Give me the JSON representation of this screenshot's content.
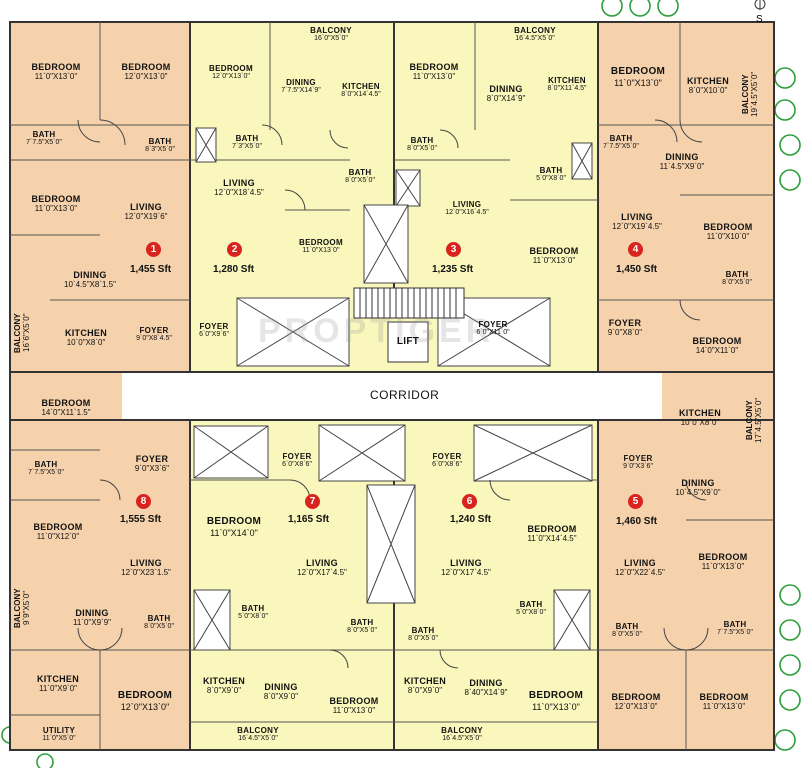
{
  "colors": {
    "wing_orange": "#f5d2ac",
    "wing_yellow": "#f9f7bb",
    "wall": "#333333",
    "badge": "#d9231d",
    "tree": "#2e9e3a"
  },
  "compass": "S",
  "watermark": "PROPTIGER",
  "corridor": "CORRIDOR",
  "lift": "LIFT",
  "units": [
    {
      "no": "1",
      "area": "1,455 Sft"
    },
    {
      "no": "2",
      "area": "1,280 Sft"
    },
    {
      "no": "3",
      "area": "1,235 Sft"
    },
    {
      "no": "4",
      "area": "1,450 Sft"
    },
    {
      "no": "5",
      "area": "1,460 Sft"
    },
    {
      "no": "6",
      "area": "1,240 Sft"
    },
    {
      "no": "7",
      "area": "1,165 Sft"
    },
    {
      "no": "8",
      "area": "1,555 Sft"
    }
  ],
  "rooms": {
    "u1_bed1": {
      "name": "BEDROOM",
      "dim": "11`0\"X13`0\""
    },
    "u1_bed2": {
      "name": "BEDROOM",
      "dim": "12`0\"X13`0\""
    },
    "u1_bath1": {
      "name": "BATH",
      "dim": "7`7.5\"X5`0\""
    },
    "u1_bath2": {
      "name": "BATH",
      "dim": "8`3\"X5`0\""
    },
    "u1_bed3": {
      "name": "BEDROOM",
      "dim": "11`0\"X13`0\""
    },
    "u1_living": {
      "name": "LIVING",
      "dim": "12`0\"X19`6\""
    },
    "u1_dining": {
      "name": "DINING",
      "dim": "10`4.5\"X8`1.5\""
    },
    "u1_kitchen": {
      "name": "KITCHEN",
      "dim": "10`0\"X8`0\""
    },
    "u1_foyer": {
      "name": "FOYER",
      "dim": "9`0\"X8`4.5\""
    },
    "u1_balcony": {
      "name": "BALCONY",
      "dim": "16`6\"X5`0\""
    },
    "u2_balcony": {
      "name": "BALCONY",
      "dim": "16`0\"X5`0\""
    },
    "u2_bed1": {
      "name": "BEDROOM",
      "dim": "12`0\"X13`0\""
    },
    "u2_dining": {
      "name": "DINING",
      "dim": "7`7.5\"X14`9\""
    },
    "u2_kitchen": {
      "name": "KITCHEN",
      "dim": "8`0\"X14`4.5\""
    },
    "u2_bath1": {
      "name": "BATH",
      "dim": "7`3\"X5`0\""
    },
    "u2_living": {
      "name": "LIVING",
      "dim": "12`0\"X18`4.5\""
    },
    "u2_bath2": {
      "name": "BATH",
      "dim": "8`0\"X5`0\""
    },
    "u2_bed2": {
      "name": "BEDROOM",
      "dim": "11`0\"X13`0\""
    },
    "u2_foyer": {
      "name": "FOYER",
      "dim": "6`0\"X9`6\""
    },
    "u3_balcony": {
      "name": "BALCONY",
      "dim": "16`4.5\"X5`0\""
    },
    "u3_bed1": {
      "name": "BEDROOM",
      "dim": "11`0\"X13`0\""
    },
    "u3_dining": {
      "name": "DINING",
      "dim": "8`0\"X14`9\""
    },
    "u3_kitchen": {
      "name": "KITCHEN",
      "dim": "8`0\"X11`4.5\""
    },
    "u3_bath1": {
      "name": "BATH",
      "dim": "8`0\"X5`0\""
    },
    "u3_bath2": {
      "name": "BATH",
      "dim": "5`0\"X8`0\""
    },
    "u3_living": {
      "name": "LIVING",
      "dim": "12`0\"X16`4.5\""
    },
    "u3_bed2": {
      "name": "BEDROOM",
      "dim": "11`0\"X13`0\""
    },
    "u3_foyer": {
      "name": "FOYER",
      "dim": "6`0\"X11`0\""
    },
    "u4_bed1": {
      "name": "BEDROOM",
      "dim": "11`0\"X13`0\""
    },
    "u4_kitchen": {
      "name": "KITCHEN",
      "dim": "8`0\"X10`0\""
    },
    "u4_balcony": {
      "name": "BALCONY",
      "dim": "19`4.5\"X5`0\""
    },
    "u4_bath1": {
      "name": "BATH",
      "dim": "7`7.5\"X5`0\""
    },
    "u4_dining": {
      "name": "DINING",
      "dim": "11`4.5\"X9`0\""
    },
    "u4_living": {
      "name": "LIVING",
      "dim": "12`0\"X19`4.5\""
    },
    "u4_bed2": {
      "name": "BEDROOM",
      "dim": "11`0\"X10`0\""
    },
    "u4_bath2": {
      "name": "BATH",
      "dim": "8`0\"X5`0\""
    },
    "u4_foyer": {
      "name": "FOYER",
      "dim": "9`0\"X8`0\""
    },
    "u4_bed3": {
      "name": "BEDROOM",
      "dim": "14`0\"X11`0\""
    },
    "u8_bed1": {
      "name": "BEDROOM",
      "dim": "14`0\"X11`1.5\""
    },
    "u8_foyer": {
      "name": "FOYER",
      "dim": "9`0\"X3`6\""
    },
    "u8_bath1": {
      "name": "BATH",
      "dim": "7`7.5\"X5`0\""
    },
    "u8_bed2": {
      "name": "BEDROOM",
      "dim": "11`0\"X12`0\""
    },
    "u8_living": {
      "name": "LIVING",
      "dim": "12`0\"X23`1.5\""
    },
    "u8_balcony": {
      "name": "BALCONY",
      "dim": "9`9\"X5`0\""
    },
    "u8_dining": {
      "name": "DINING",
      "dim": "11`0\"X9`9\""
    },
    "u8_bath2": {
      "name": "BATH",
      "dim": "8`0\"X5`0\""
    },
    "u8_kitchen": {
      "name": "KITCHEN",
      "dim": "11`0\"X9`0\""
    },
    "u8_bed3": {
      "name": "BEDROOM",
      "dim": "12`0\"X13`0\""
    },
    "u8_utility": {
      "name": "UTILITY",
      "dim": "11`0\"X5`0\""
    },
    "u7_foyer": {
      "name": "FOYER",
      "dim": "6`0\"X8`6\""
    },
    "u7_bed1": {
      "name": "BEDROOM",
      "dim": "11`0\"X14`0\""
    },
    "u7_living": {
      "name": "LIVING",
      "dim": "12`0\"X17`4.5\""
    },
    "u7_bath1": {
      "name": "BATH",
      "dim": "5`0\"X8`0\""
    },
    "u7_bath2": {
      "name": "BATH",
      "dim": "8`0\"X5`0\""
    },
    "u7_kitchen": {
      "name": "KITCHEN",
      "dim": "8`0\"X9`0\""
    },
    "u7_dining": {
      "name": "DINING",
      "dim": "8`0\"X9`0\""
    },
    "u7_bed2": {
      "name": "BEDROOM",
      "dim": "11`0\"X13`0\""
    },
    "u7_balcony": {
      "name": "BALCONY",
      "dim": "16`4.5\"X5`0\""
    },
    "u6_foyer": {
      "name": "FOYER",
      "dim": "6`0\"X8`6\""
    },
    "u6_bed1": {
      "name": "BEDROOM",
      "dim": "11`0\"X14`4.5\""
    },
    "u6_living": {
      "name": "LIVING",
      "dim": "12`0\"X17`4.5\""
    },
    "u6_bath1": {
      "name": "BATH",
      "dim": "5`0\"X8`0\""
    },
    "u6_bath2": {
      "name": "BATH",
      "dim": "8`0\"X5`0\""
    },
    "u6_kitchen": {
      "name": "KITCHEN",
      "dim": "8`0\"X9`0\""
    },
    "u6_dining": {
      "name": "DINING",
      "dim": "8`40\"X14`9\""
    },
    "u6_bed2": {
      "name": "BEDROOM",
      "dim": "11`0\"X13`0\""
    },
    "u6_balcony": {
      "name": "BALCONY",
      "dim": "16`4.5\"X5`0\""
    },
    "u5_kitchen": {
      "name": "KITCHEN",
      "dim": "10`0\"X8`0\""
    },
    "u5_balcony": {
      "name": "BALCONY",
      "dim": "17`4.5\"X5`0\""
    },
    "u5_foyer": {
      "name": "FOYER",
      "dim": "9`0\"X3`6\""
    },
    "u5_dining": {
      "name": "DINING",
      "dim": "10`4.5\"X9`0\""
    },
    "u5_bed1": {
      "name": "BEDROOM",
      "dim": "11`0\"X13`0\""
    },
    "u5_living": {
      "name": "LIVING",
      "dim": "12`0\"X22`4.5\""
    },
    "u5_bath1": {
      "name": "BATH",
      "dim": "8`0\"X5`0\""
    },
    "u5_bath2": {
      "name": "BATH",
      "dim": "7`7.5\"X5`0\""
    },
    "u5_bed2": {
      "name": "BEDROOM",
      "dim": "12`0\"X13`0\""
    },
    "u5_bed3": {
      "name": "BEDROOM",
      "dim": "11`0\"X13`0\""
    }
  }
}
